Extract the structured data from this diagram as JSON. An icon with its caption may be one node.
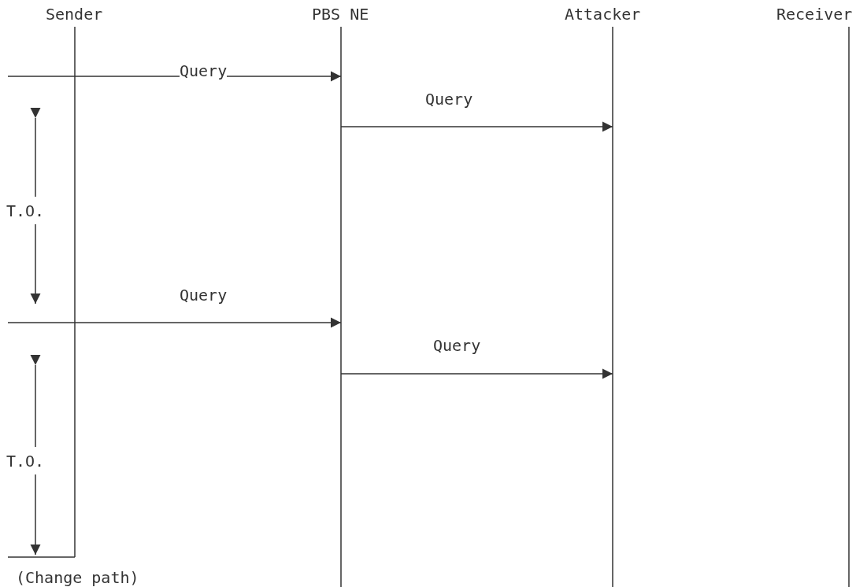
{
  "diagram": {
    "nodes": [
      {
        "text": [
          "Sender"
        ]
      },
      {
        "text": [
          "PBS NE"
        ]
      },
      {
        "text": [
          "Attacker"
        ]
      },
      {
        "text": [
          "Receiver"
        ]
      }
    ],
    "edges": [
      {
        "from": 0,
        "to": 1,
        "arrow": "to",
        "label": "Query"
      },
      {
        "from": 1,
        "to": 2,
        "arrow": "to",
        "label": "Query"
      },
      {
        "from": 0,
        "to": 1,
        "arrow": "to",
        "label": "Query"
      },
      {
        "from": 1,
        "to": 2,
        "arrow": "to",
        "label": "Query"
      }
    ],
    "labels": [
      "T.O.",
      "T.O.",
      "(Change path)"
    ]
  }
}
